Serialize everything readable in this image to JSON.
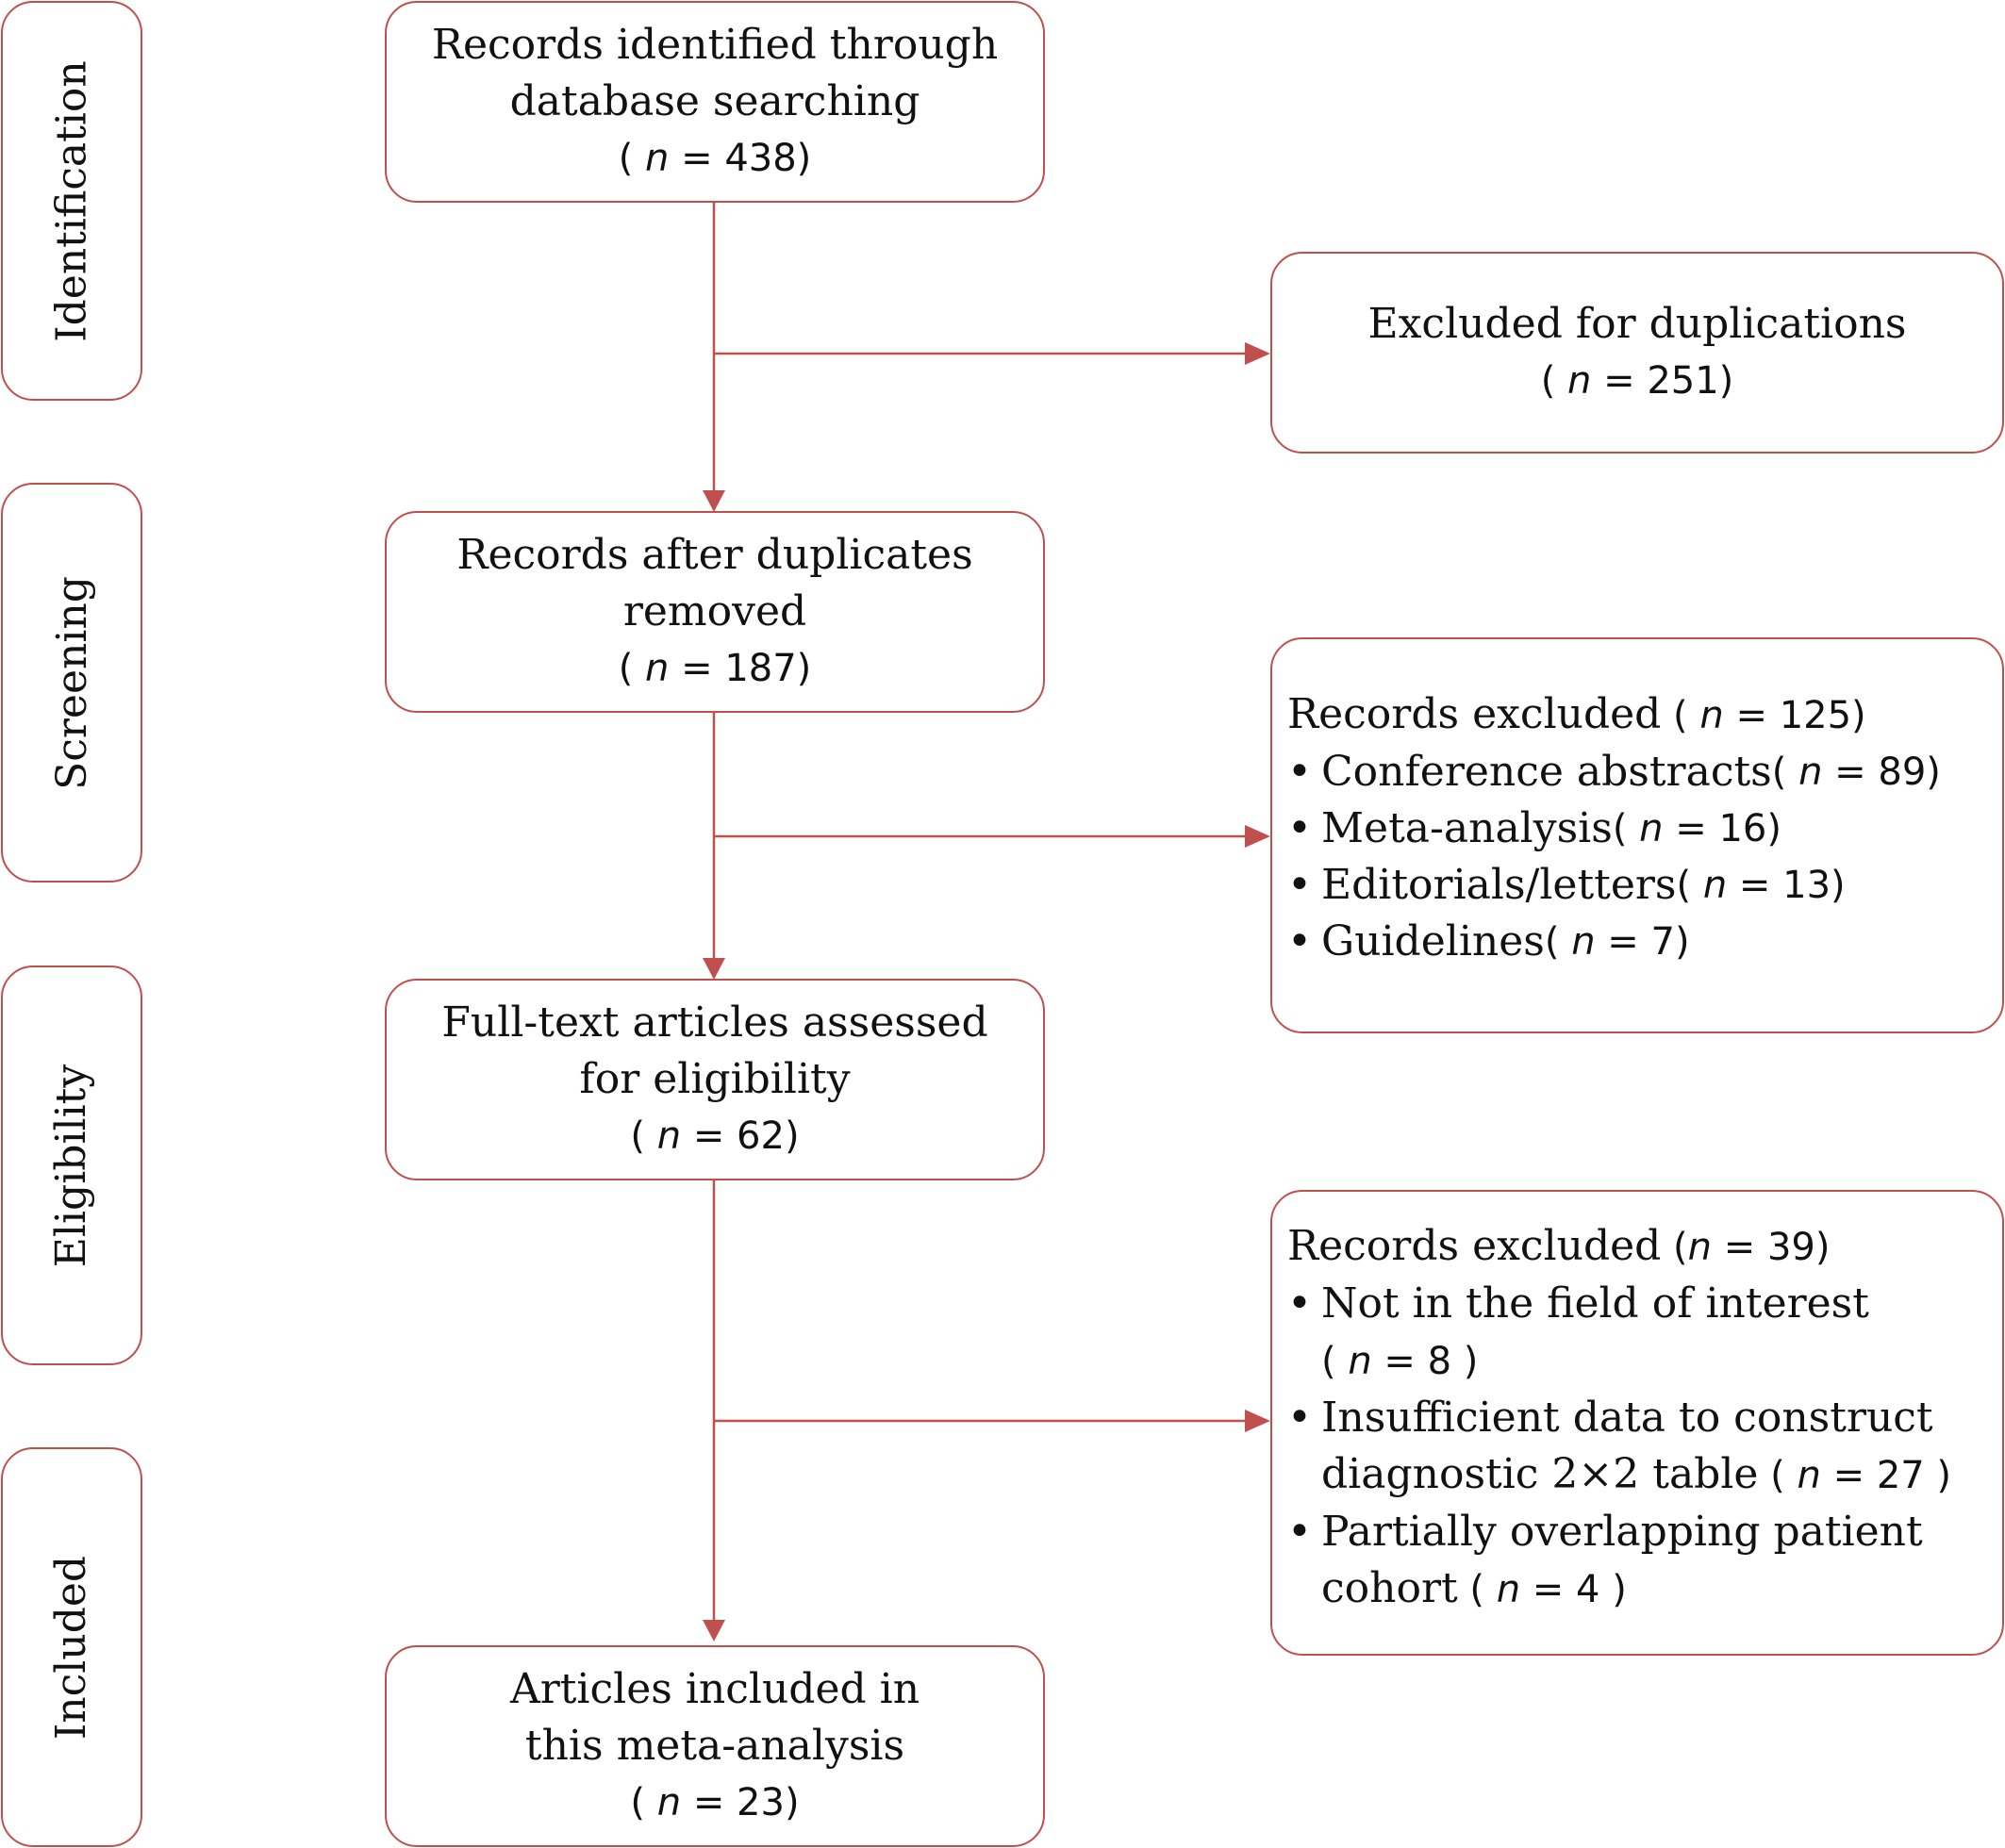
{
  "phases": {
    "identification": "Identification",
    "screening": "Screening",
    "eligibility": "Eligibility",
    "included": "Included"
  },
  "main_boxes": {
    "identified": {
      "line1": "Records identified through",
      "line2": "database searching",
      "n_prefix": "(",
      "n_var": "n",
      "n_value": " = 438)"
    },
    "after_duplicates": {
      "line1": "Records after duplicates",
      "line2": "removed",
      "n_prefix": "(",
      "n_var": "n",
      "n_value": " = 187)"
    },
    "full_text": {
      "line1": "Full-text articles assessed",
      "line2": "for eligibility",
      "n_prefix": "(",
      "n_var": "n",
      "n_value": " = 62)"
    },
    "included": {
      "line1": "Articles included in",
      "line2": "this meta-analysis",
      "n_prefix": "(",
      "n_var": "n",
      "n_value": " = 23)"
    }
  },
  "side_boxes": {
    "duplications": {
      "line1": "Excluded for duplications",
      "n_prefix": "(",
      "n_var": "n",
      "n_value": " = 251)"
    },
    "screening_excluded": {
      "head": "Records excluded",
      "head_prefix": " (",
      "head_var": "n",
      "head_value": " = 125)",
      "bullet_char": "•",
      "items": [
        {
          "label": "Conference abstracts",
          "prefix": " (",
          "var": "n",
          "value": " = 89)"
        },
        {
          "label": "Meta-analysis",
          "prefix": "  (",
          "var": "n",
          "value": " = 16)"
        },
        {
          "label": "Editorials/letters",
          "prefix": "  (",
          "var": "n",
          "value": " = 13)"
        },
        {
          "label": "Guidelines",
          "prefix": " (",
          "var": "n",
          "value": " = 7)"
        }
      ]
    },
    "eligibility_excluded": {
      "head": "Records excluded",
      "head_prefix": " (",
      "head_var": "n",
      "head_value": " = 39)",
      "bullet_char": "•",
      "item1_line1": "Not in the field of interest",
      "item1_prefix": "(",
      "item1_var": "n",
      "item1_value": " = 8 )",
      "item2_line1": "Insufficient data to construct",
      "item2_line2": "diagnostic 2×2 table",
      "item2_prefix": " (",
      "item2_var": "n",
      "item2_value": " = 27 )",
      "item3_line1": "Partially overlapping patient",
      "item3_line2": "cohort",
      "item3_prefix": " (",
      "item3_var": "n",
      "item3_value": " = 4 )"
    }
  },
  "colors": {
    "border": "#c0504d",
    "arrow": "#c0504d",
    "text": "#111111"
  }
}
